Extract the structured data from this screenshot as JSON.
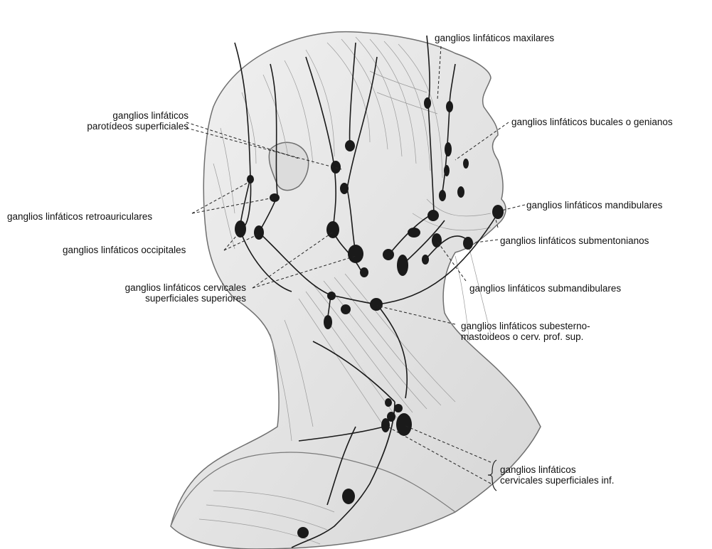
{
  "labels": {
    "maxilares": "ganglios linfáticos maxilares",
    "parotideos": [
      "ganglios linfáticos",
      "parotídeos superficiales"
    ],
    "bucales": "ganglios linfáticos bucales o genianos",
    "retroauriculares": "ganglios linfáticos retroauriculares",
    "mandibulares": "ganglios linfáticos mandibulares",
    "occipitales": "ganglios linfáticos occipitales",
    "submentonianos": "ganglios linfáticos submentonianos",
    "cervicales_sup": [
      "ganglios linfáticos cervicales",
      "superficiales superiores"
    ],
    "submandibulares": "ganglios linfáticos submandibulares",
    "subesterno": [
      "ganglios linfáticos subesterno-",
      "mastoideos o cerv. prof. sup."
    ],
    "cervicales_inf": [
      "ganglios linfáticos",
      "cervicales superficiales inf."
    ]
  },
  "colors": {
    "background": "#ffffff",
    "muscle_fill": "#e4e4e4",
    "muscle_line": "#8a8a8a",
    "lymph": "#1a1a1a",
    "label_text": "#111111"
  }
}
